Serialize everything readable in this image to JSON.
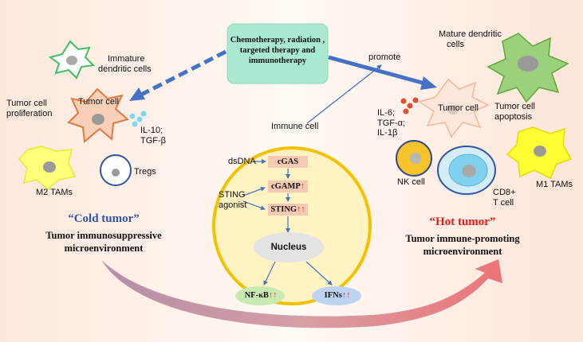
{
  "treatment_box": {
    "line1": "Chemotherapy, radiation ,",
    "line2": "targeted therapy and",
    "line3": "immunotherapy"
  },
  "promote_label": "promote",
  "cold_side": {
    "immature_dc_line1": "Immature",
    "immature_dc_line2": "dendritic cells",
    "tumor_cell": "Tumor cell",
    "proliferation_line1": "Tumor cell",
    "proliferation_line2": "proliferation",
    "cytokines_line1": "IL-10;",
    "cytokines_line2": "TGF-β",
    "m2_tams": "M2 TAMs",
    "tregs": "Tregs",
    "title": "“Cold tumor”",
    "subtitle_line1": "Tumor immunosuppressive",
    "subtitle_line2": "microenvironment"
  },
  "hot_side": {
    "mature_dc_line1": "Mature dendritic",
    "mature_dc_line2": "cells",
    "tumor_cell": "Tumor cell",
    "apoptosis_line1": "Tumor cell",
    "apoptosis_line2": "apoptosis",
    "cytokines_line1": "IL-6;",
    "cytokines_line2": "TGF-α;",
    "cytokines_line3": "IL-1β",
    "nk_cell": "NK cell",
    "cd8_line1": "CD8+",
    "cd8_line2": "T cell",
    "m1_tams": "M1 TAMs",
    "title": "“Hot tumor”",
    "subtitle_line1": "Tumor immune-promoting",
    "subtitle_line2": "microenvironment"
  },
  "immune_cell": {
    "label": "Immune cell",
    "dsdna": "dsDNA",
    "cgas": "cGAS",
    "cgamp": "cGAMP",
    "sting": "STING",
    "sting_agonist_line1": "STING",
    "sting_agonist_line2": "agonist",
    "nucleus": "Nucleus",
    "nfkb": "NF-κB",
    "ifns": "IFNs",
    "up_single": "↑",
    "up_double": "↑↑"
  },
  "colors": {
    "cold_title": "#2f56a6",
    "hot_title": "#e31b1b",
    "arrow_blue": "#4472c4",
    "treatment_box": "#a8e9d0",
    "immune_cell_fill": "#fff3c4",
    "immune_cell_stroke": "#f2c200",
    "step_box": "#f6c9b3",
    "nucleus": "#e3e3e3"
  }
}
